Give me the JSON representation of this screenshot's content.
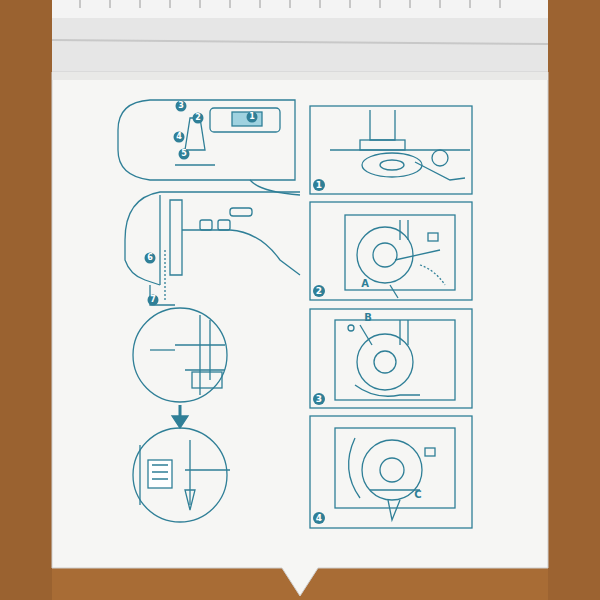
{
  "diagram": {
    "labels": [
      "3",
      "2",
      "1",
      "4",
      "5",
      "6",
      "7",
      "1",
      "2",
      "A",
      "3",
      "B",
      "4",
      "C"
    ]
  }
}
